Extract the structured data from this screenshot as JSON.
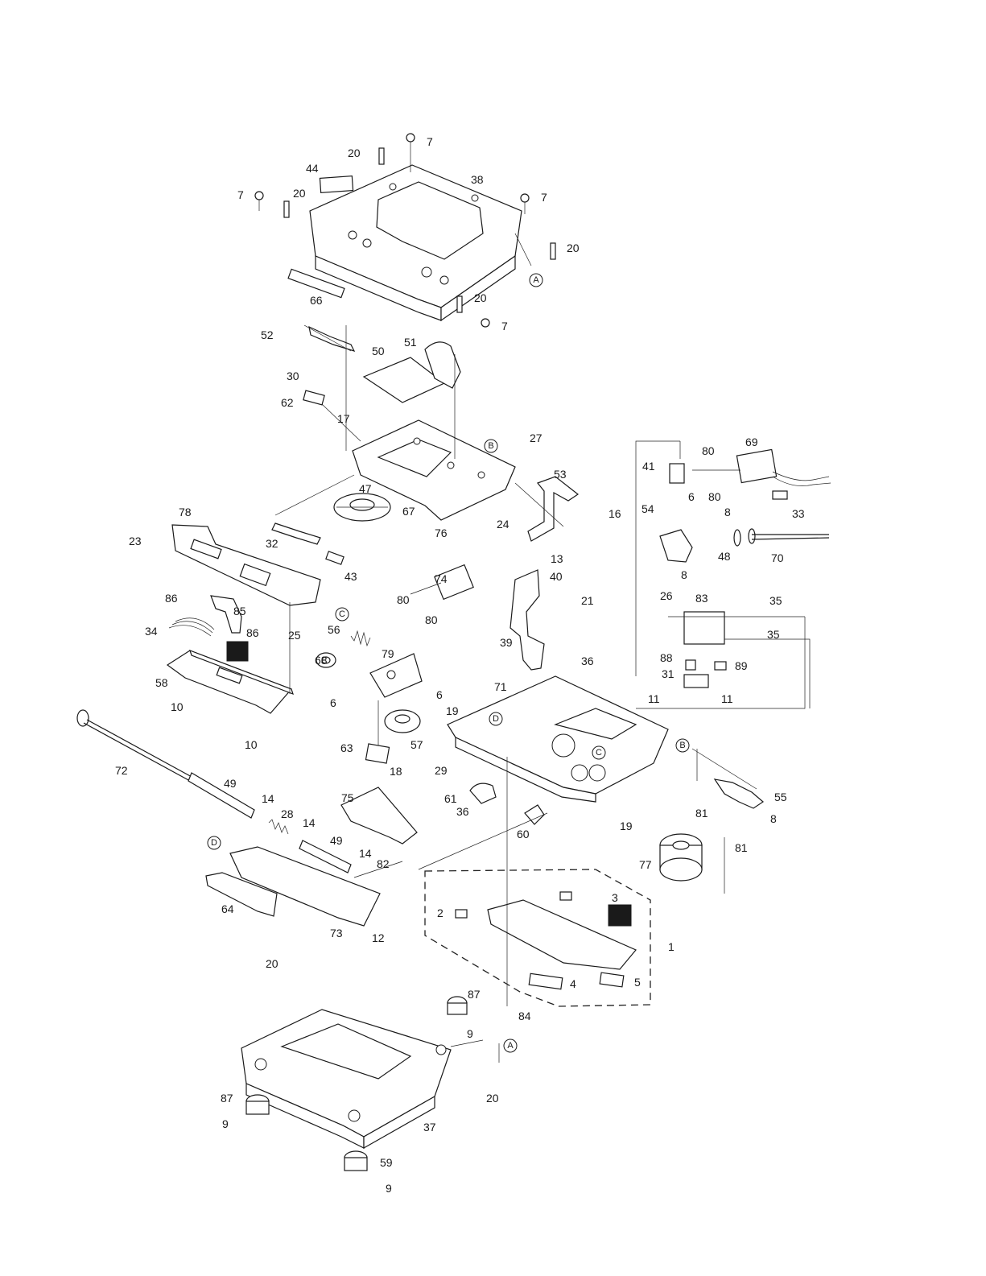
{
  "diagram": {
    "part_labels": {
      "p1": "1",
      "p2": "2",
      "p3": "3",
      "p4": "4",
      "p5": "5",
      "p6a": "6",
      "p6b": "6",
      "p6c": "6",
      "p7a": "7",
      "p7b": "7",
      "p7c": "7",
      "p7d": "7",
      "p8a": "8",
      "p8b": "8",
      "p8c": "8",
      "p9a": "9",
      "p9b": "9",
      "p9c": "9",
      "p10a": "10",
      "p10b": "10",
      "p11a": "11",
      "p11b": "11",
      "p12": "12",
      "p13": "13",
      "p14a": "14",
      "p14b": "14",
      "p14c": "14",
      "p16": "16",
      "p17": "17",
      "p18": "18",
      "p19a": "19",
      "p19b": "19",
      "p20a": "20",
      "p20b": "20",
      "p20c": "20",
      "p20d": "20",
      "p20e": "20",
      "p20f": "20",
      "p21": "21",
      "p23": "23",
      "p24": "24",
      "p25": "25",
      "p26": "26",
      "p27": "27",
      "p28": "28",
      "p29": "29",
      "p30": "30",
      "p31": "31",
      "p32": "32",
      "p33": "33",
      "p34": "34",
      "p35a": "35",
      "p35b": "35",
      "p36a": "36",
      "p36b": "36",
      "p37": "37",
      "p38": "38",
      "p39": "39",
      "p40": "40",
      "p41": "41",
      "p43": "43",
      "p44": "44",
      "p47": "47",
      "p48": "48",
      "p49a": "49",
      "p49b": "49",
      "p50": "50",
      "p51": "51",
      "p52": "52",
      "p53": "53",
      "p54": "54",
      "p55": "55",
      "p56": "56",
      "p57": "57",
      "p58": "58",
      "p59": "59",
      "p60": "60",
      "p61": "61",
      "p62": "62",
      "p63": "63",
      "p64": "64",
      "p66": "66",
      "p67": "67",
      "p68": "68",
      "p69": "69",
      "p70": "70",
      "p71": "71",
      "p72": "72",
      "p73": "73",
      "p74": "74",
      "p75": "75",
      "p76": "76",
      "p77": "77",
      "p78": "78",
      "p79": "79",
      "p80a": "80",
      "p80b": "80",
      "p80c": "80",
      "p80d": "80",
      "p81a": "81",
      "p81b": "81",
      "p82": "82",
      "p83": "83",
      "p84": "84",
      "p85": "85",
      "p86a": "86",
      "p86b": "86",
      "p87a": "87",
      "p87b": "87",
      "p88": "88",
      "p89": "89"
    },
    "reference_marks": {
      "A1": "A",
      "A2": "A",
      "B1": "B",
      "B2": "B",
      "C1": "C",
      "C2": "C",
      "D1": "D",
      "D2": "D"
    }
  }
}
